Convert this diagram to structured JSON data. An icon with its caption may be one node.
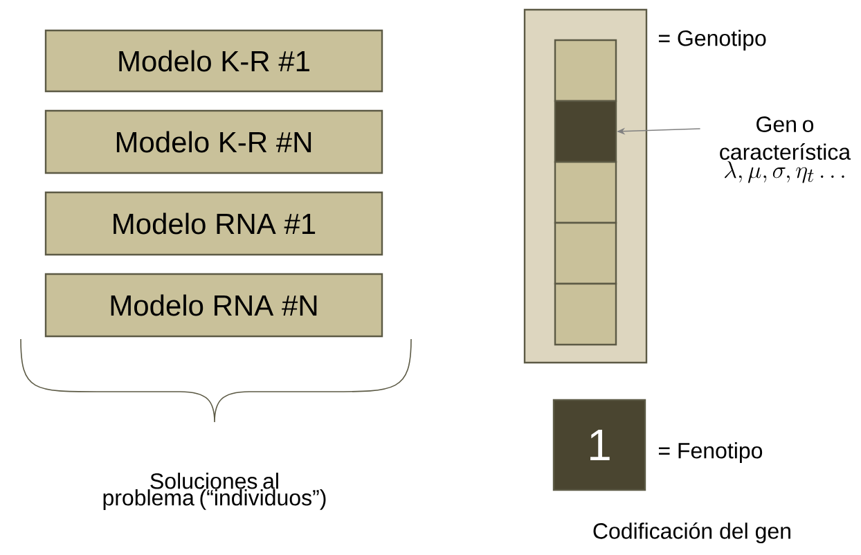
{
  "diagram": {
    "nodes": [
      {
        "text": [
          "Modelo K-R #1"
        ]
      },
      {
        "text": [
          "Modelo K-R #N"
        ]
      },
      {
        "text": [
          "Modelo RNA #1"
        ]
      },
      {
        "text": [
          "Modelo RNA #N"
        ]
      },
      {
        "text": [],
        "shape": "box",
        "beside": [
          "= Genotipo"
        ]
      },
      {
        "text": [],
        "shape": "box",
        "in": 4
      },
      {
        "text": [],
        "shape": "box",
        "in": 4
      },
      {
        "text": [],
        "shape": "box",
        "in": 4
      },
      {
        "text": [],
        "shape": "box",
        "in": 4
      },
      {
        "text": [],
        "shape": "box",
        "in": 4
      },
      {
        "text": [
          "Gen o característica",
          "\\lambda, \\mu, \\sigma, \\eta_t \\ldots"
        ]
      },
      {
        "text": [
          "1"
        ],
        "beside": [
          "= Fenotipo"
        ]
      }
    ],
    "edges": [
      {
        "from": 10,
        "to": 6,
        "arrow": "to",
        "color": "#808080"
      }
    ],
    "labels": [
      "Soluciones al problema (“individuos”)",
      "Codificación del gen"
    ]
  }
}
